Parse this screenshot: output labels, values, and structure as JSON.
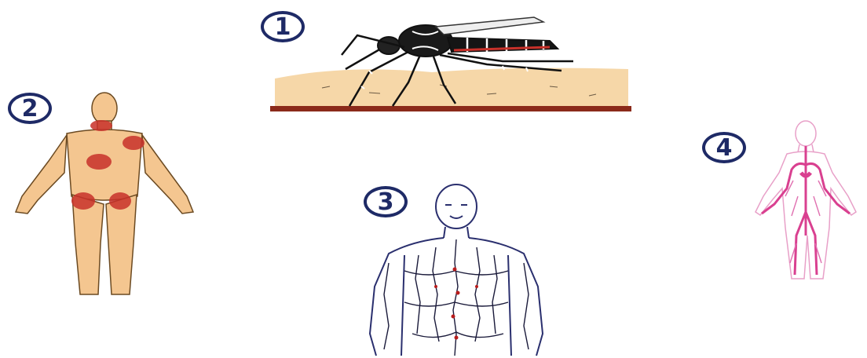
{
  "steps": [
    {
      "label": "1",
      "name": "mosquito-bite"
    },
    {
      "label": "2",
      "name": "skin-rash"
    },
    {
      "label": "3",
      "name": "lymphatic-system"
    },
    {
      "label": "4",
      "name": "blood-circulation"
    }
  ],
  "colors": {
    "badge": "#1e2a66",
    "skin": "#f4c690",
    "rash": "#c8312a",
    "sand": "#f6d7a8",
    "ground": "#8b2a1a",
    "lymph": "#2a2f6e",
    "vessel": "#d94090"
  }
}
